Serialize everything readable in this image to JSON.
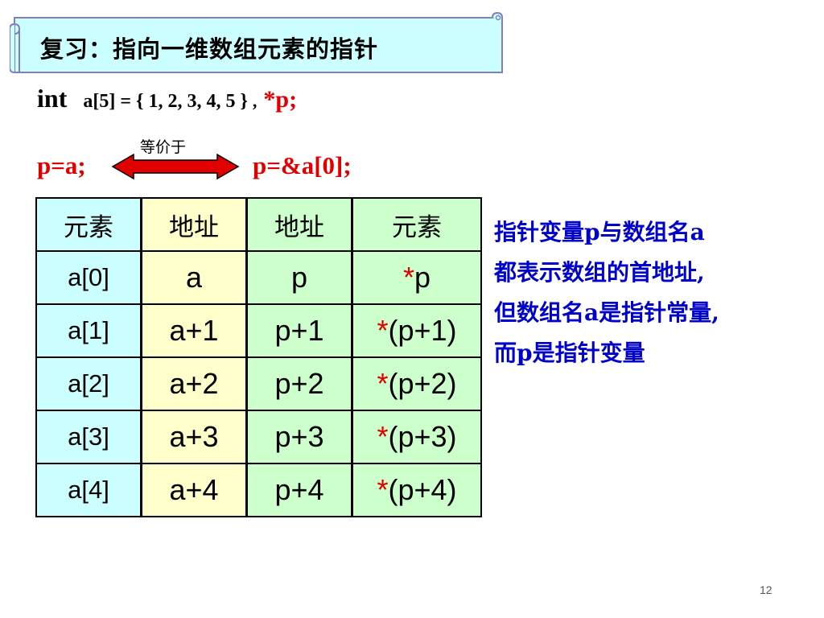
{
  "title": "复习：指向一维数组元素的指针",
  "declaration": {
    "keyword": "int",
    "array": "a[5] = { 1, 2, 3, 4, 5 }",
    "separator": ",",
    "pointer": "*p;"
  },
  "equivalence": {
    "left": "p=a;",
    "label": "等价于",
    "right": "p=&a[0];"
  },
  "table": {
    "headers": [
      "元素",
      "地址",
      "地址",
      "元素"
    ],
    "rows": [
      {
        "element": "a[0]",
        "addr_a": "a",
        "addr_p": "p",
        "deref_star": "*",
        "deref_rest": "p"
      },
      {
        "element": "a[1]",
        "addr_a": "a+1",
        "addr_p": "p+1",
        "deref_star": "*",
        "deref_rest": "(p+1)"
      },
      {
        "element": "a[2]",
        "addr_a": "a+2",
        "addr_p": "p+2",
        "deref_star": "*",
        "deref_rest": "(p+2)"
      },
      {
        "element": "a[3]",
        "addr_a": "a+3",
        "addr_p": "p+3",
        "deref_star": "*",
        "deref_rest": "(p+3)"
      },
      {
        "element": "a[4]",
        "addr_a": "a+4",
        "addr_p": "p+4",
        "deref_star": "*",
        "deref_rest": "(p+4)"
      }
    ]
  },
  "note": {
    "line1": "指针变量p与数组名a",
    "line2": "都表示数组的首地址,",
    "line3": "但数组名a是指针常量,",
    "line4": "而p是指针变量"
  },
  "page_number": "12",
  "colors": {
    "banner_fill": "#ccffff",
    "accent_red": "#e00000",
    "note_blue": "#0000cc",
    "col_element": "#ccffff",
    "col_addr_a": "#ffffcc",
    "col_addr_p": "#ccffcc"
  }
}
